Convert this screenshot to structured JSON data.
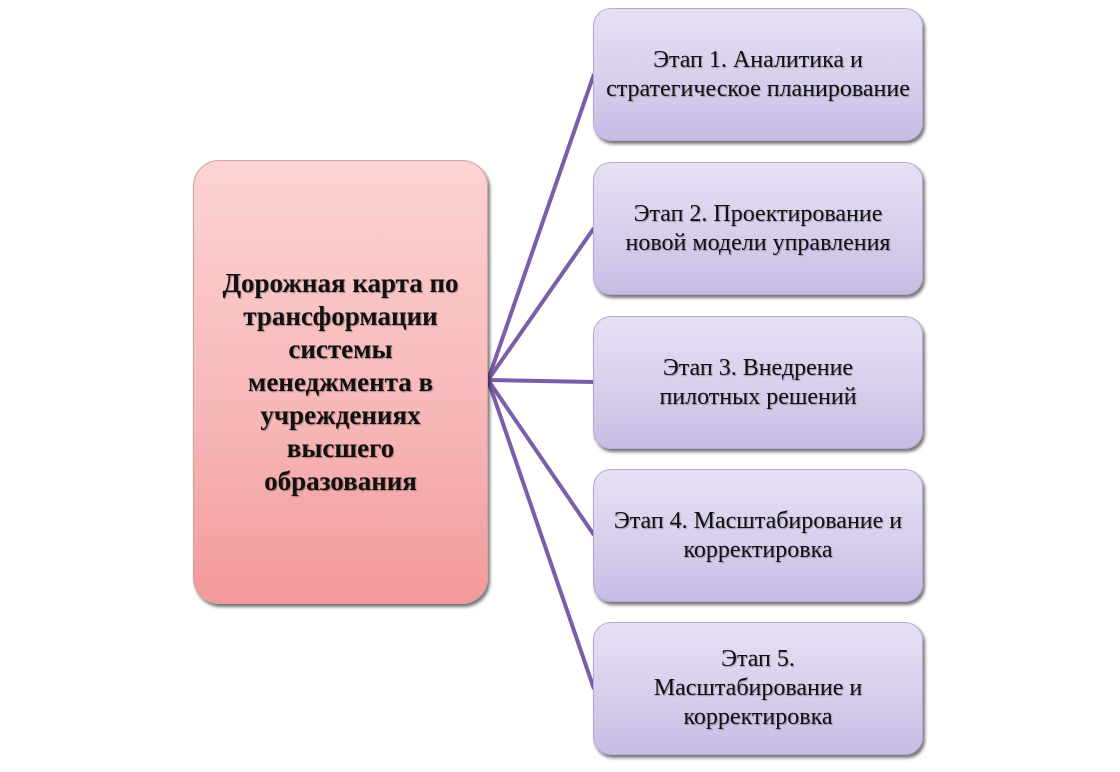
{
  "diagram": {
    "central": {
      "text": "Дорожная карта по трансформации системы менеджмента в учреждениях высшего образования"
    },
    "stages": [
      {
        "text": "Этап 1. Аналитика и стратегическое планирование"
      },
      {
        "text": "Этап 2. Проектирование новой модели управления"
      },
      {
        "text": "Этап 3. Внедрение пилотных решений"
      },
      {
        "text": "Этап 4. Масштабирование и корректировка"
      },
      {
        "text": "Этап 5. Масштабирование и корректировка"
      }
    ],
    "colors": {
      "central": "#f7b6b6",
      "stage": "#d6cdec",
      "connector": "#7b5ea7"
    }
  }
}
